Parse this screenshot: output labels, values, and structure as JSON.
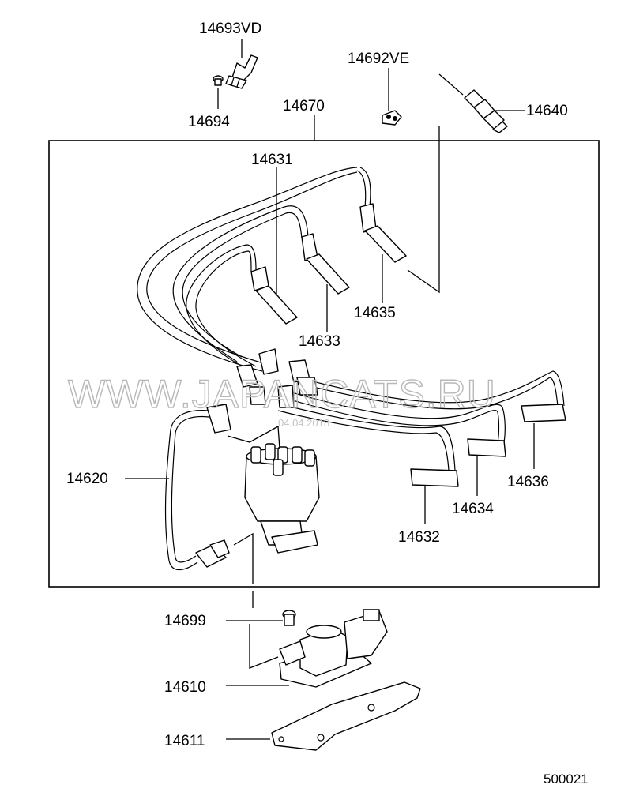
{
  "watermark": {
    "text": "WWW.JAPANCATS.RU",
    "date": "04.04.2018"
  },
  "figure_id": "500021",
  "parts": [
    {
      "key": "p14693VD",
      "number": "14693VD"
    },
    {
      "key": "p14694",
      "number": "14694"
    },
    {
      "key": "p14692VE",
      "number": "14692VE"
    },
    {
      "key": "p14640",
      "number": "14640"
    },
    {
      "key": "p14670",
      "number": "14670"
    },
    {
      "key": "p14631",
      "number": "14631"
    },
    {
      "key": "p14635",
      "number": "14635"
    },
    {
      "key": "p14633",
      "number": "14633"
    },
    {
      "key": "p14620",
      "number": "14620"
    },
    {
      "key": "p14636",
      "number": "14636"
    },
    {
      "key": "p14634",
      "number": "14634"
    },
    {
      "key": "p14632",
      "number": "14632"
    },
    {
      "key": "p14699",
      "number": "14699"
    },
    {
      "key": "p14610",
      "number": "14610"
    },
    {
      "key": "p14611",
      "number": "14611"
    }
  ],
  "icons": [
    "clip-bracket-icon",
    "bolt-icon",
    "clip-icon",
    "spark-plug-icon",
    "distributor-icon",
    "ignition-coil-icon",
    "bracket-plate-icon"
  ]
}
